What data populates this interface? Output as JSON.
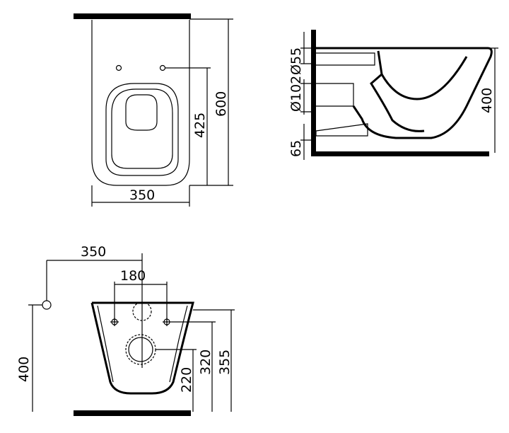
{
  "top_view": {
    "width_label": "350",
    "length_label": "600",
    "hole_height_label": "425"
  },
  "side_view": {
    "top_pipe_label": "Ø55",
    "outlet_label": "Ø102",
    "outlet_height_label": "65",
    "height_label": "400"
  },
  "rear_view": {
    "offset_label": "350",
    "bolt_spacing_label": "180",
    "inlet_height_label": "400",
    "outlet_height_label": "220",
    "lower_bolt_height_label": "320",
    "upper_bolt_height_label": "355"
  }
}
